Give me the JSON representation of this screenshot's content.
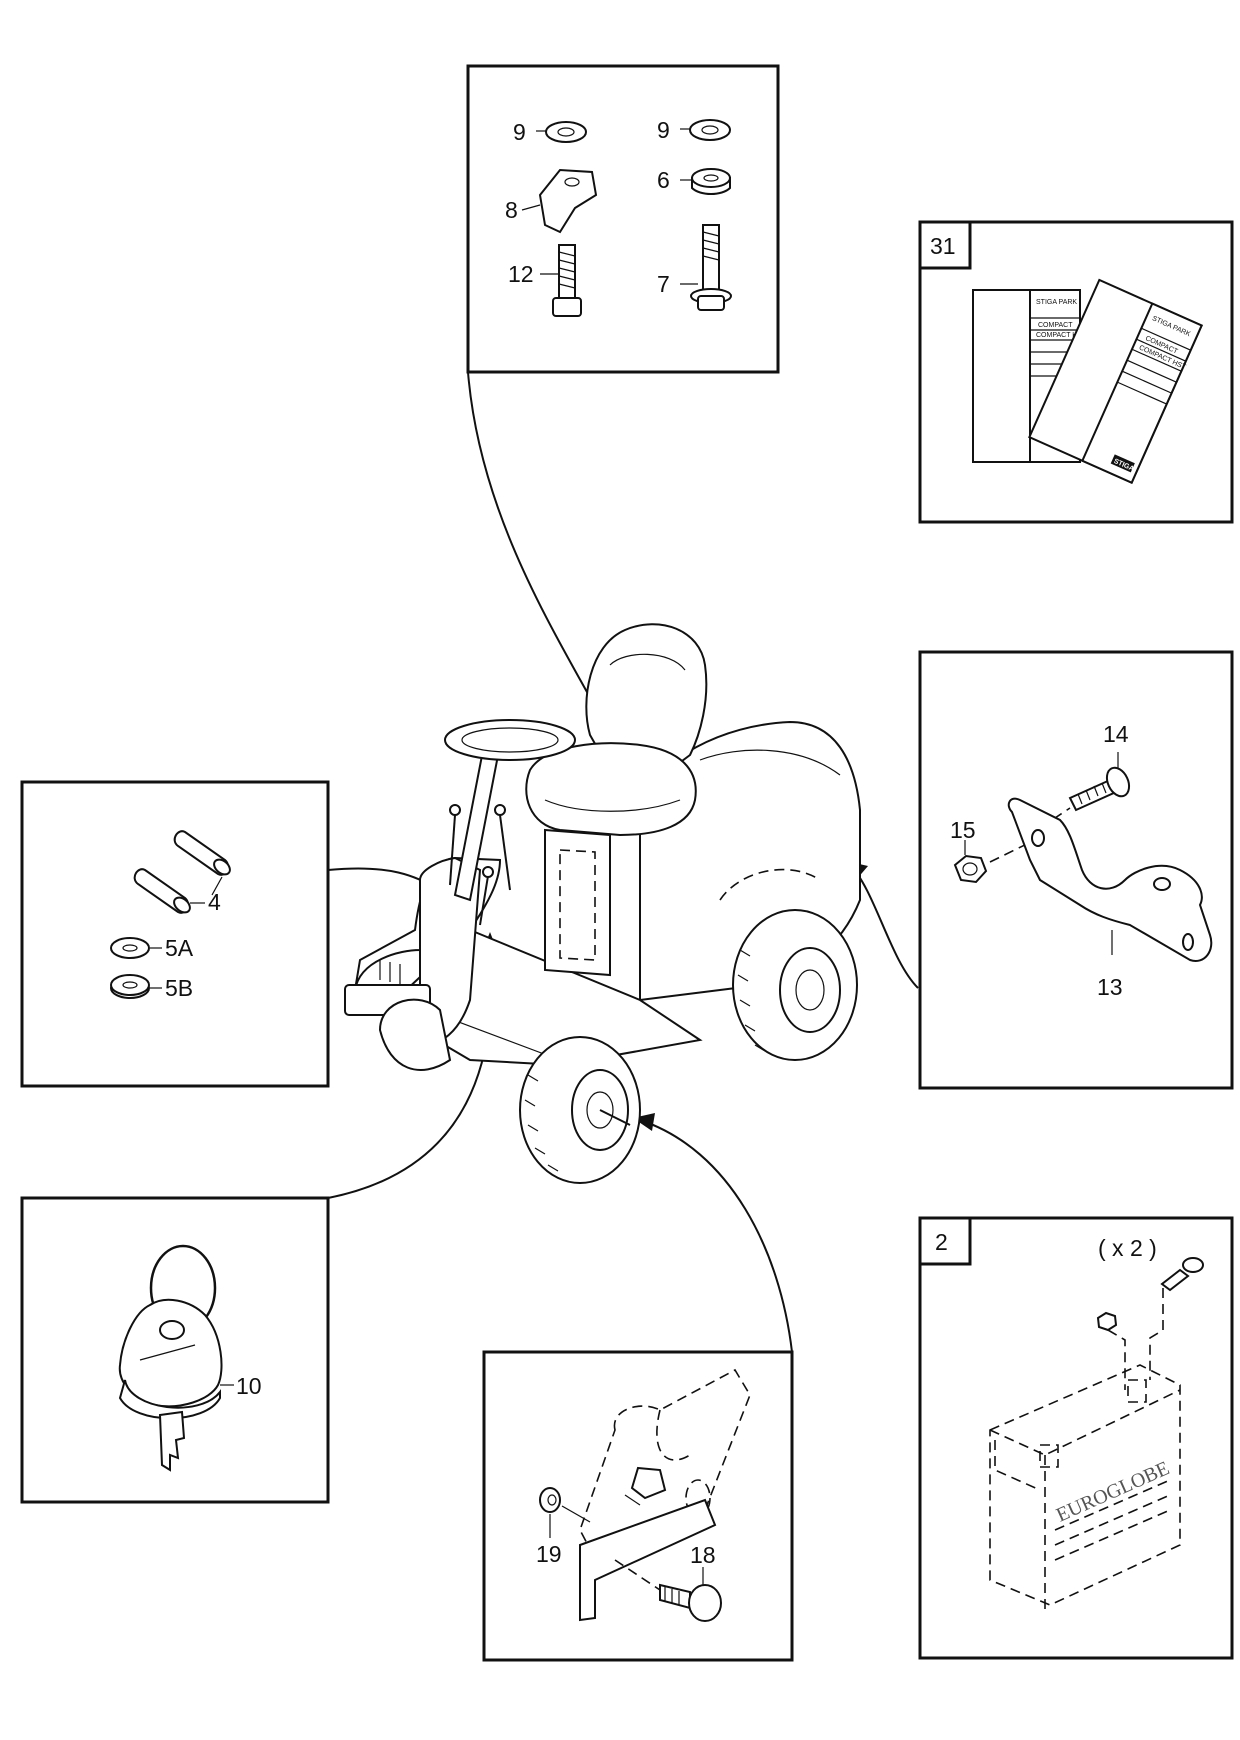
{
  "labels": {
    "p4": "4",
    "p5a": "5A",
    "p5b": "5B",
    "p6": "6",
    "p7": "7",
    "p8": "8",
    "p9a": "9",
    "p9b": "9",
    "p10": "10",
    "p12": "12",
    "p13": "13",
    "p14": "14",
    "p15": "15",
    "p18": "18",
    "p19": "19"
  },
  "boxes": {
    "manuals_id": "31",
    "battery_id": "2",
    "battery_qty": "( x 2 )"
  },
  "manuals": {
    "book1_title": "STIGA PARK",
    "book1_line1": "COMPACT",
    "book1_line2": "COMPACT HST",
    "book2_title": "STIGA PARK",
    "book2_line1": "COMPACT",
    "book2_line2": "COMPACT HST",
    "logo": "STIGA"
  },
  "battery": {
    "brand": "EUROGLOBE"
  }
}
